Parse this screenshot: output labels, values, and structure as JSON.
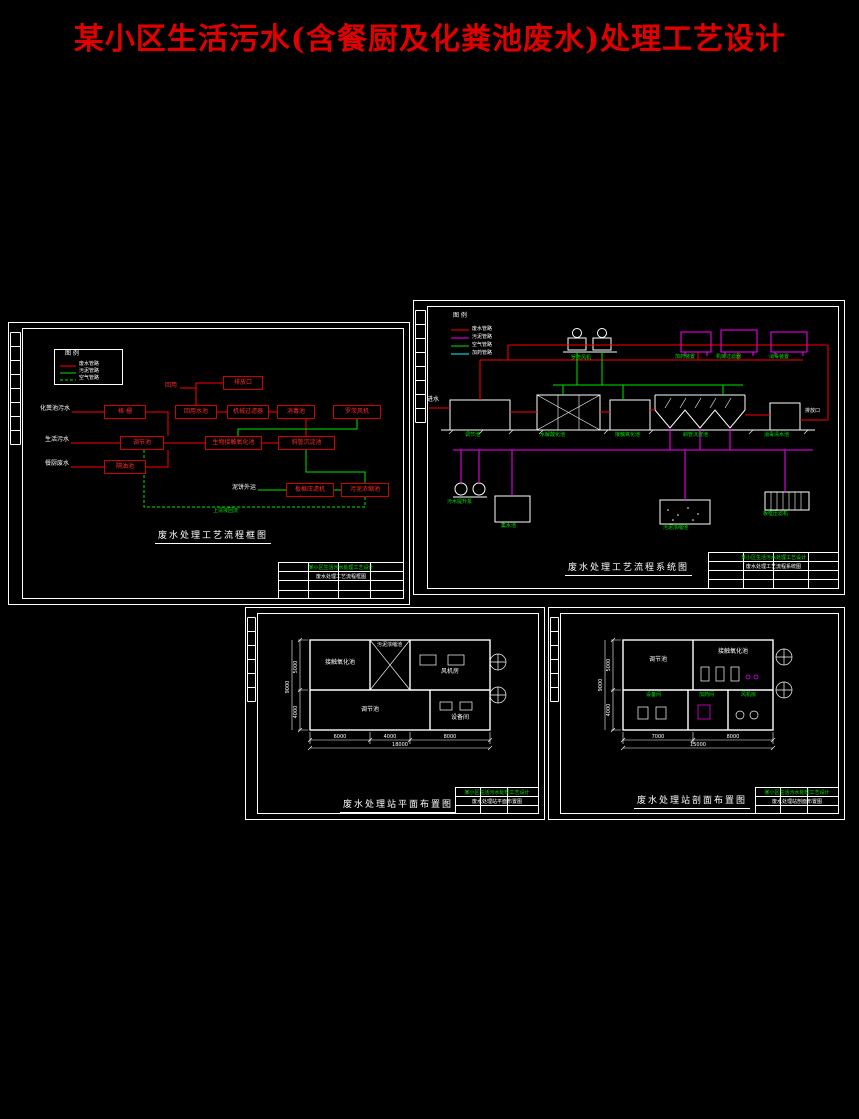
{
  "title": "某小区生活污水(含餐厨及化粪池废水)处理工艺设计",
  "colors": {
    "background": "#000000",
    "title_red": "#e00000",
    "pipe_wastewater_red": "#ff0000",
    "pipe_sludge_green": "#00e400",
    "pipe_sludge_magenta": "#ff00ff",
    "pipe_dosing_cyan": "#00ffff",
    "frame_white": "#ffffff"
  },
  "sheet1": {
    "caption": "废水处理工艺流程框图",
    "legend": {
      "title": "图 例",
      "item1": "废水管路",
      "item2": "污泥管路",
      "item3": "空气管路"
    },
    "labels": {
      "reuse": "回用",
      "outfall": "排放口",
      "src_septic": "化粪池污水",
      "src_domestic": "生活污水",
      "src_kitchen": "餐厨废水",
      "sludge_out": "泥饼外运",
      "supernatant": "上清液回流"
    },
    "boxes": {
      "grille": "格  栅",
      "equalization": "调节池",
      "grease": "隔油池",
      "reuse_tank": "回用水池",
      "filter": "机械过滤器",
      "disinfect": "消毒池",
      "blower": "罗茨风机",
      "oxidation": "生物接触氧化池",
      "sedimentation": "斜管沉淀池",
      "press": "板框压滤机",
      "thickener": "污泥浓缩池"
    },
    "titleblock": {
      "project": "某小区生活污水处理工艺设计",
      "drawing": "废水处理工艺流程框图"
    }
  },
  "sheet2": {
    "caption": "废水处理工艺流程系统图",
    "legend": {
      "title": "图 例",
      "item1": "废水管路",
      "item2": "污泥管路",
      "item3": "空气管路",
      "item4": "加药管路"
    },
    "labels": {
      "inflow": "进水",
      "outflow": "排放口",
      "eq": "调节池",
      "hyd": "水解酸化池",
      "oxi": "接触氧化池",
      "sed": "斜管沉淀池",
      "clear": "消毒清水池",
      "blower": "罗茨风机",
      "dosing": "加药装置",
      "filter": "机械过滤器",
      "disinfect": "消毒装置",
      "pump": "污水提升泵",
      "sump": "集水池",
      "thickener": "污泥浓缩池",
      "press": "板框压滤机"
    },
    "titleblock": {
      "project": "某小区生活污水处理工艺设计",
      "drawing": "废水处理工艺流程系统图"
    }
  },
  "sheet3": {
    "caption": "废水处理站平面布置图",
    "rooms": {
      "oxidation": "接触氧化池",
      "thickener": "污泥浓缩池",
      "blower_room": "风机房",
      "equalization": "调节池",
      "equipment_room": "设备间"
    },
    "dims": {
      "d1": "6000",
      "d2": "4000",
      "d3": "8000",
      "total_w": "18000",
      "v1": "5000",
      "v2": "4000",
      "total_h": "9000"
    },
    "titleblock": {
      "project": "某小区生活污水处理工艺设计",
      "drawing": "废水处理站平面布置图"
    }
  },
  "sheet4": {
    "caption": "废水处理站剖面布置图",
    "rooms": {
      "equalization": "调节池",
      "oxidation": "接触氧化池",
      "equipment_room": "设备间",
      "dosing_room": "加药间",
      "blower_room": "风机房"
    },
    "dims": {
      "d1": "7000",
      "d2": "8000",
      "total_w": "15000",
      "v1": "5000",
      "v2": "4000",
      "total_h": "9000"
    },
    "titleblock": {
      "project": "某小区生活污水处理工艺设计",
      "drawing": "废水处理站剖面布置图"
    }
  }
}
